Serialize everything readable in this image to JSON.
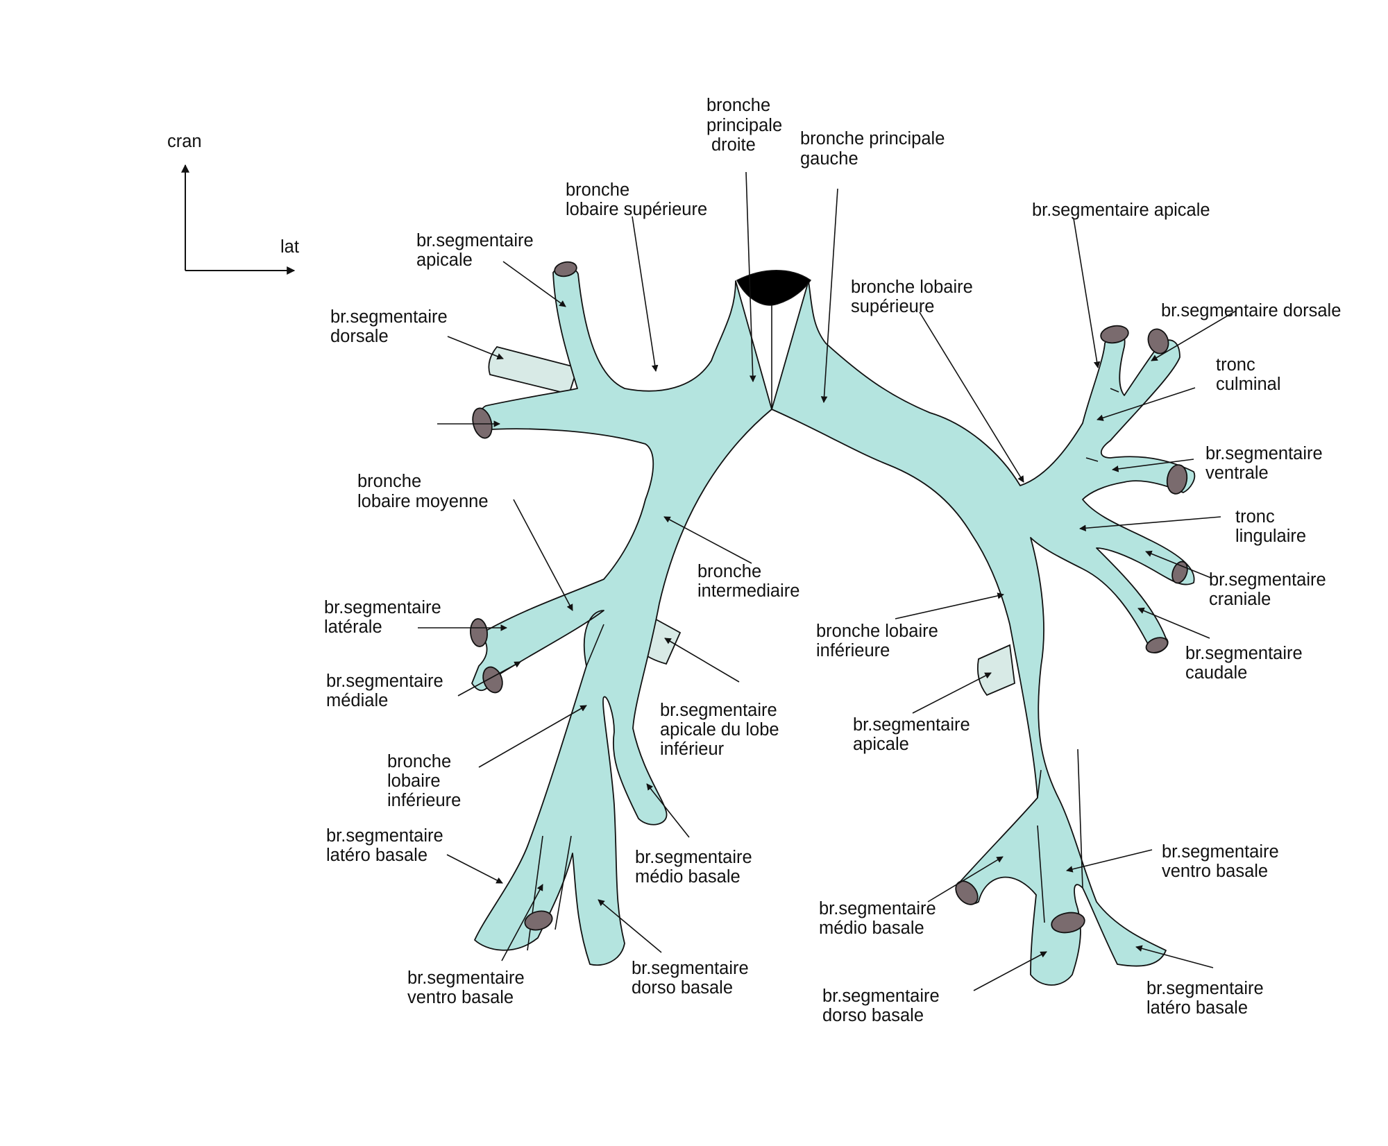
{
  "axes": {
    "vertical": "cran",
    "horizontal": "lat"
  },
  "labels": {
    "right_main_bronchus": [
      "bronche",
      "principale",
      "droite"
    ],
    "left_main_bronchus": [
      "bronche principale",
      "gauche"
    ],
    "right_upper_lobe_bronchus": [
      "bronche",
      "lobaire supérieure"
    ],
    "right_apical_seg": [
      "br.segmentaire",
      "apicale"
    ],
    "right_dorsal_seg": [
      "br.segmentaire",
      "dorsale"
    ],
    "middle_lobe_bronchus": [
      "bronche",
      "lobaire moyenne"
    ],
    "intermediate_bronchus": [
      "bronche",
      "intermediaire"
    ],
    "right_lateral_seg": [
      "br.segmentaire",
      "latérale"
    ],
    "right_medial_seg": [
      "br.segmentaire",
      "médiale"
    ],
    "right_lower_apical_seg": [
      "br.segmentaire",
      "apicale du lobe",
      "inférieur"
    ],
    "right_lower_lobe_bronchus": [
      "bronche",
      "lobaire",
      "inférieure"
    ],
    "right_latero_basal": [
      "br.segmentaire",
      "latéro basale"
    ],
    "right_medio_basal": [
      "br.segmentaire",
      "médio basale"
    ],
    "right_ventro_basal": [
      "br.segmentaire",
      "ventro basale"
    ],
    "right_dorso_basal": [
      "br.segmentaire",
      "dorso basale"
    ],
    "left_upper_lobe_bronchus": [
      "bronche lobaire",
      "supérieure"
    ],
    "left_apical_seg": [
      "br.segmentaire apicale"
    ],
    "left_dorsal_seg": [
      "br.segmentaire dorsale"
    ],
    "culminal_trunk": [
      "tronc",
      "culminal"
    ],
    "left_ventral_seg": [
      "br.segmentaire",
      "ventrale"
    ],
    "lingular_trunk": [
      "tronc",
      "lingulaire"
    ],
    "cranial_seg": [
      "br.segmentaire",
      "craniale"
    ],
    "caudal_seg": [
      "br.segmentaire",
      "caudale"
    ],
    "left_lower_lobe_bronchus": [
      "bronche lobaire",
      "inférieure"
    ],
    "left_lower_apical_seg": [
      "br.segmentaire",
      "apicale"
    ],
    "left_ventro_basal": [
      "br.segmentaire",
      "ventro basale"
    ],
    "left_medio_basal": [
      "br.segmentaire",
      "médio basale"
    ],
    "left_dorso_basal": [
      "br.segmentaire",
      "dorso basale"
    ],
    "left_latero_basal": [
      "br.segmentaire",
      "latéro basale"
    ]
  },
  "colors": {
    "bronchus_fill": "#b4e4df",
    "cut_surface": "#7a6b6e",
    "trachea_cut": "#000000",
    "pale_segment": "#d8eae6"
  }
}
